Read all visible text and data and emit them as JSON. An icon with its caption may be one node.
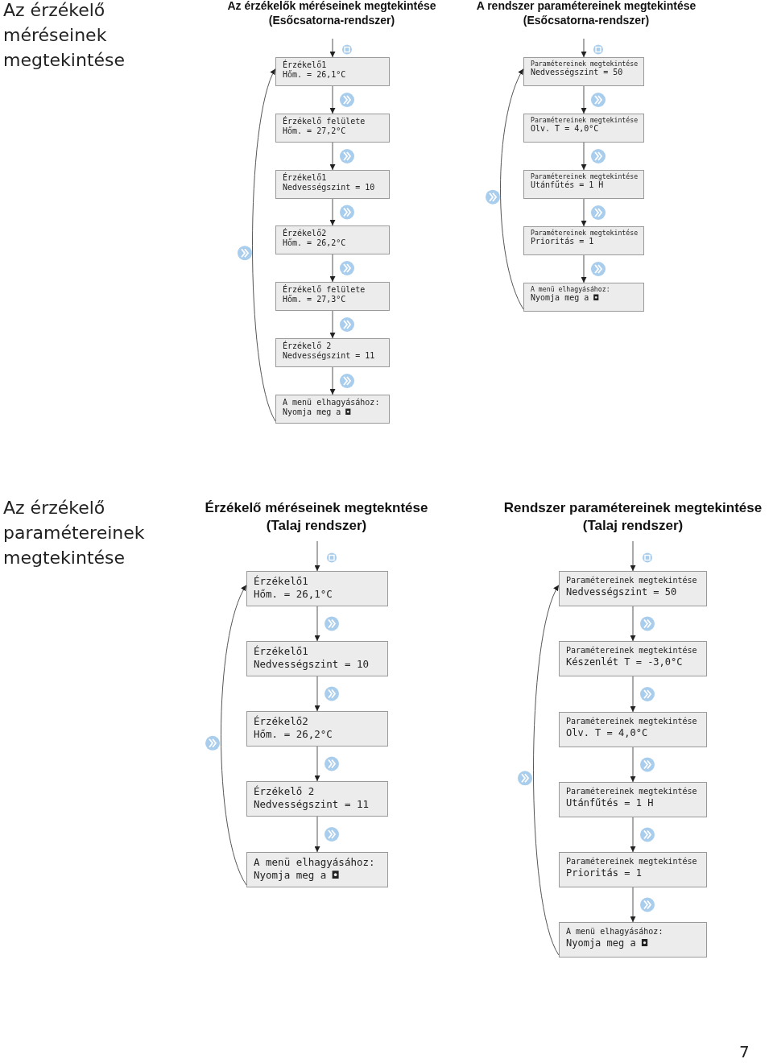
{
  "diagram": {
    "nodes": [
      {
        "text": [
          "Érzékelő1",
          "Hőm. = 26,1°C"
        ]
      },
      {
        "text": [
          "Érzékelő felülete",
          "Hőm. = 27,2°C"
        ]
      },
      {
        "text": [
          "Érzékelő1",
          "Nedvességszint = 10"
        ]
      },
      {
        "text": [
          "Érzékelő2",
          "Hőm. = 26,2°C"
        ]
      },
      {
        "text": [
          "Érzékelő felülete",
          "Hőm. = 27,3°C"
        ]
      },
      {
        "text": [
          "Érzékelő 2",
          "Nedvességszint = 11"
        ]
      },
      {
        "text": [
          "A menü elhagyásához:",
          "Nyomja meg a ◘"
        ]
      },
      {
        "text": [
          "Paramétereinek megtekintése",
          "Nedvességszint = 50"
        ]
      },
      {
        "text": [
          "Paramétereinek megtekintése",
          "Olv. T = 4,0°C"
        ]
      },
      {
        "text": [
          "Paramétereinek megtekintése",
          "Utánfűtés = 1 H"
        ]
      },
      {
        "text": [
          "Paramétereinek megtekintése",
          "Prioritás = 1"
        ]
      },
      {
        "text": [
          "A menü elhagyásához:",
          "Nyomja meg a ◘"
        ]
      },
      {
        "text": [
          "Érzékelő1",
          "Hőm. = 26,1°C"
        ]
      },
      {
        "text": [
          "Érzékelő1",
          "Nedvességszint = 10"
        ]
      },
      {
        "text": [
          "Érzékelő2",
          "Hőm. = 26,2°C"
        ]
      },
      {
        "text": [
          "Érzékelő 2",
          "Nedvességszint = 11"
        ]
      },
      {
        "text": [
          "A menü elhagyásához:",
          "Nyomja meg a ◘"
        ]
      },
      {
        "text": [
          "Paramétereinek megtekintése",
          "Nedvességszint = 50"
        ]
      },
      {
        "text": [
          "Paramétereinek megtekintése",
          "Készenlét T = -3,0°C"
        ]
      },
      {
        "text": [
          "Paramétereinek megtekintése",
          "Olv. T = 4,0°C"
        ]
      },
      {
        "text": [
          "Paramétereinek megtekintése",
          "Utánfűtés = 1 H"
        ]
      },
      {
        "text": [
          "Paramétereinek megtekintése",
          "Prioritás = 1"
        ]
      },
      {
        "text": [
          "A menü elhagyásához:",
          "Nyomja meg a ◘"
        ]
      }
    ],
    "edges": [
      {
        "from": null,
        "to": 0,
        "arrow": "to"
      },
      {
        "from": 0,
        "to": 1,
        "arrow": "to"
      },
      {
        "from": 1,
        "to": 2,
        "arrow": "to"
      },
      {
        "from": 2,
        "to": 3,
        "arrow": "to"
      },
      {
        "from": 3,
        "to": 4,
        "arrow": "to"
      },
      {
        "from": 4,
        "to": 5,
        "arrow": "to"
      },
      {
        "from": 5,
        "to": 6,
        "arrow": "to"
      },
      {
        "from": 6,
        "to": 0,
        "arrow": "to"
      },
      {
        "from": null,
        "to": 7,
        "arrow": "to"
      },
      {
        "from": 7,
        "to": 8,
        "arrow": "to"
      },
      {
        "from": 8,
        "to": 9,
        "arrow": "to"
      },
      {
        "from": 9,
        "to": 10,
        "arrow": "to"
      },
      {
        "from": 10,
        "to": 11,
        "arrow": "to"
      },
      {
        "from": 11,
        "to": 7,
        "arrow": "to"
      },
      {
        "from": null,
        "to": 12,
        "arrow": "to"
      },
      {
        "from": 12,
        "to": 13,
        "arrow": "to"
      },
      {
        "from": 13,
        "to": 14,
        "arrow": "to"
      },
      {
        "from": 14,
        "to": 15,
        "arrow": "to"
      },
      {
        "from": 15,
        "to": 16,
        "arrow": "to"
      },
      {
        "from": 16,
        "to": 12,
        "arrow": "to"
      },
      {
        "from": null,
        "to": 17,
        "arrow": "to"
      },
      {
        "from": 17,
        "to": 18,
        "arrow": "to"
      },
      {
        "from": 18,
        "to": 19,
        "arrow": "to"
      },
      {
        "from": 19,
        "to": 20,
        "arrow": "to"
      },
      {
        "from": 20,
        "to": 21,
        "arrow": "to"
      },
      {
        "from": 21,
        "to": 22,
        "arrow": "to"
      },
      {
        "from": 22,
        "to": 17,
        "arrow": "to"
      }
    ],
    "labels": [
      "Az érzékelő méréseinek megtekintése",
      "Az érzékelők méréseinek megtekintése (Esőcsatorna-rendszer)",
      "A rendszer paramétereinek megtekintése (Esőcsatorna-rendszer)",
      "Az érzékelő paramétereinek megtekintése",
      "Érzékelő méréseinek megtekntése (Talaj rendszer)",
      "Rendszer paramétereinek megtekintése (Talaj rendszer)",
      "7"
    ]
  }
}
